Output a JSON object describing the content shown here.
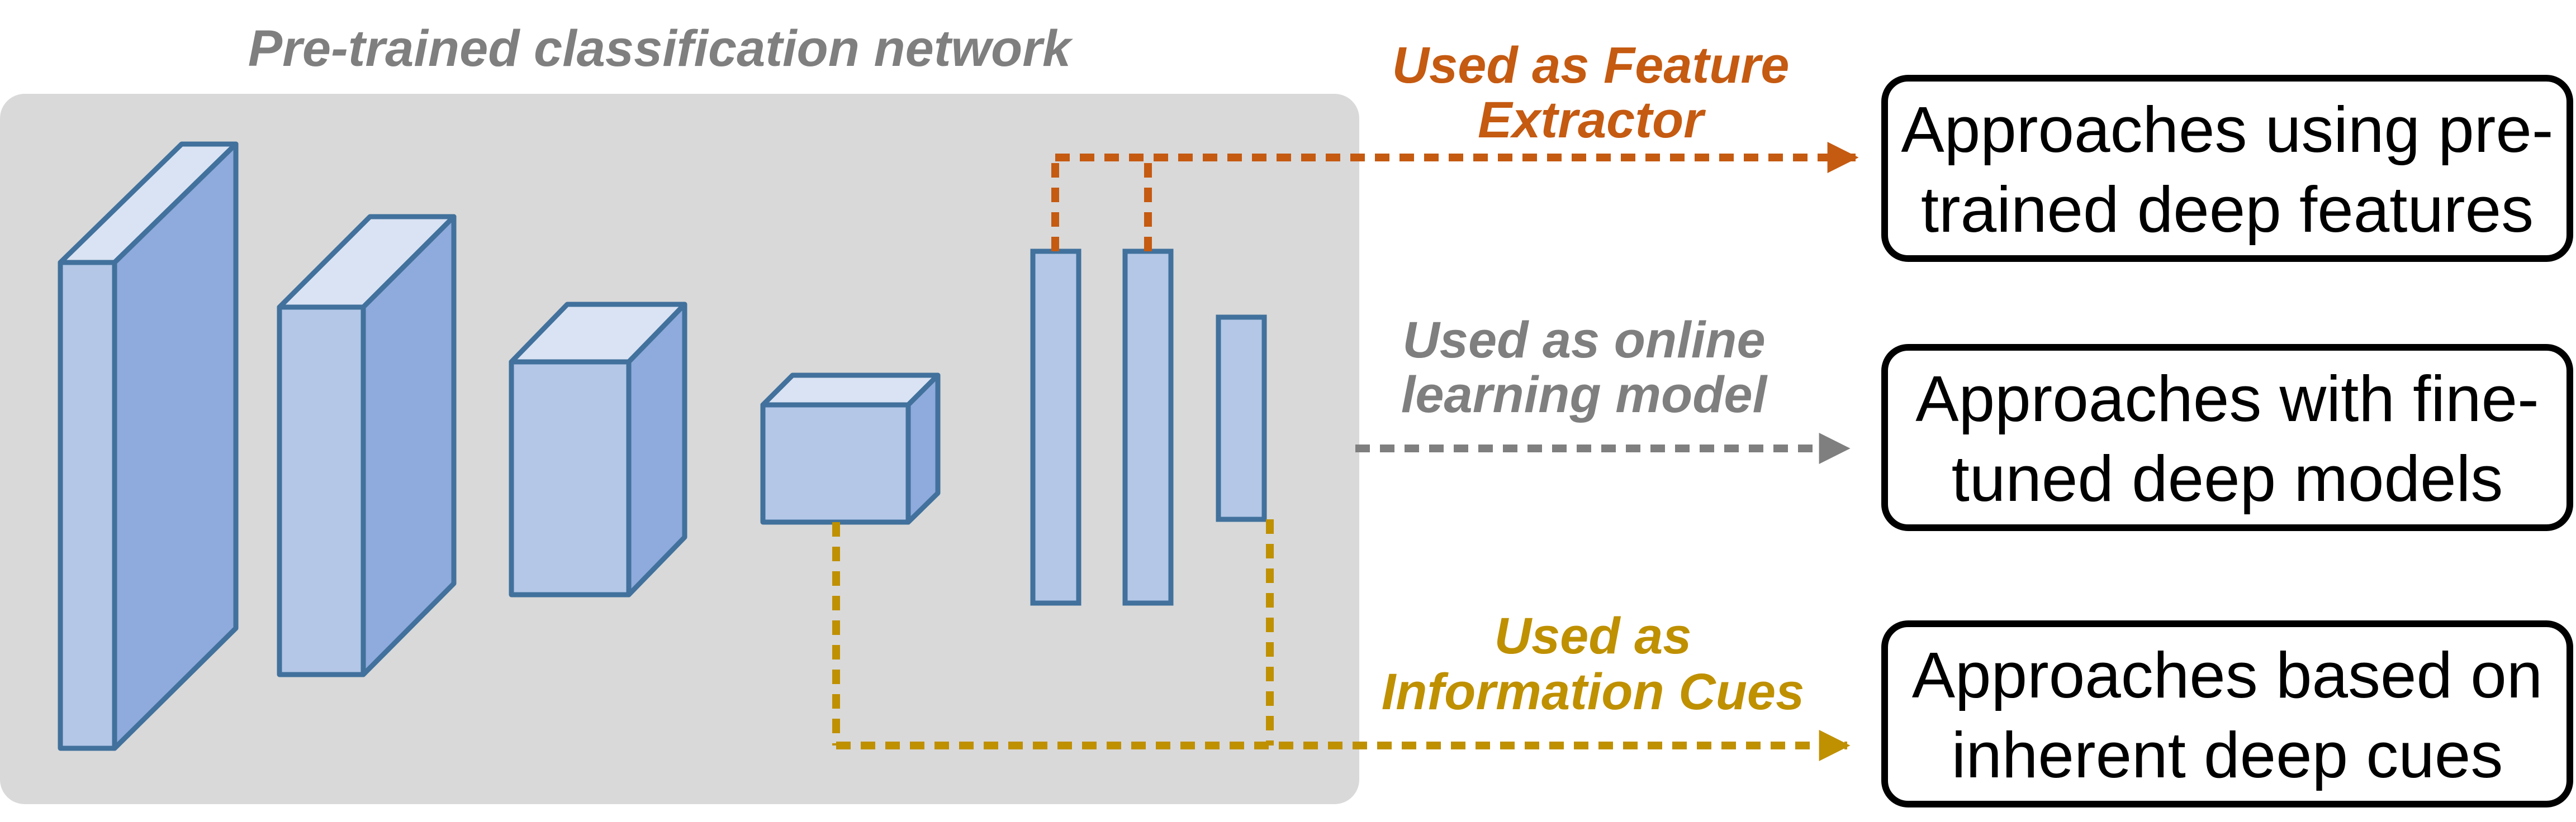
{
  "network": {
    "title": "Pre-trained classification network"
  },
  "edges": {
    "feature": {
      "line1": "Used as Feature",
      "line2": "Extractor"
    },
    "online": {
      "line1": "Used as online",
      "line2": "learning model"
    },
    "cues": {
      "line1": "Used as",
      "line2": "Information Cues"
    }
  },
  "boxes": {
    "features": {
      "line1": "Approaches using pre-",
      "line2": "trained deep features"
    },
    "finetuned": {
      "line1": "Approaches with fine-",
      "line2": "tuned deep models"
    },
    "cues": {
      "line1": "Approaches based on",
      "line2": "inherent deep cues"
    }
  },
  "colors": {
    "panel": "#d9d9d9",
    "network_title": "#7f7f7f",
    "layer_front": "#b4c7e7",
    "layer_side": "#8faadc",
    "layer_top": "#dae3f3",
    "layer_stroke": "#41719c",
    "feature_arrow": "#c55a11",
    "online_arrow": "#7f7f7f",
    "cues_arrow": "#bf9000"
  }
}
